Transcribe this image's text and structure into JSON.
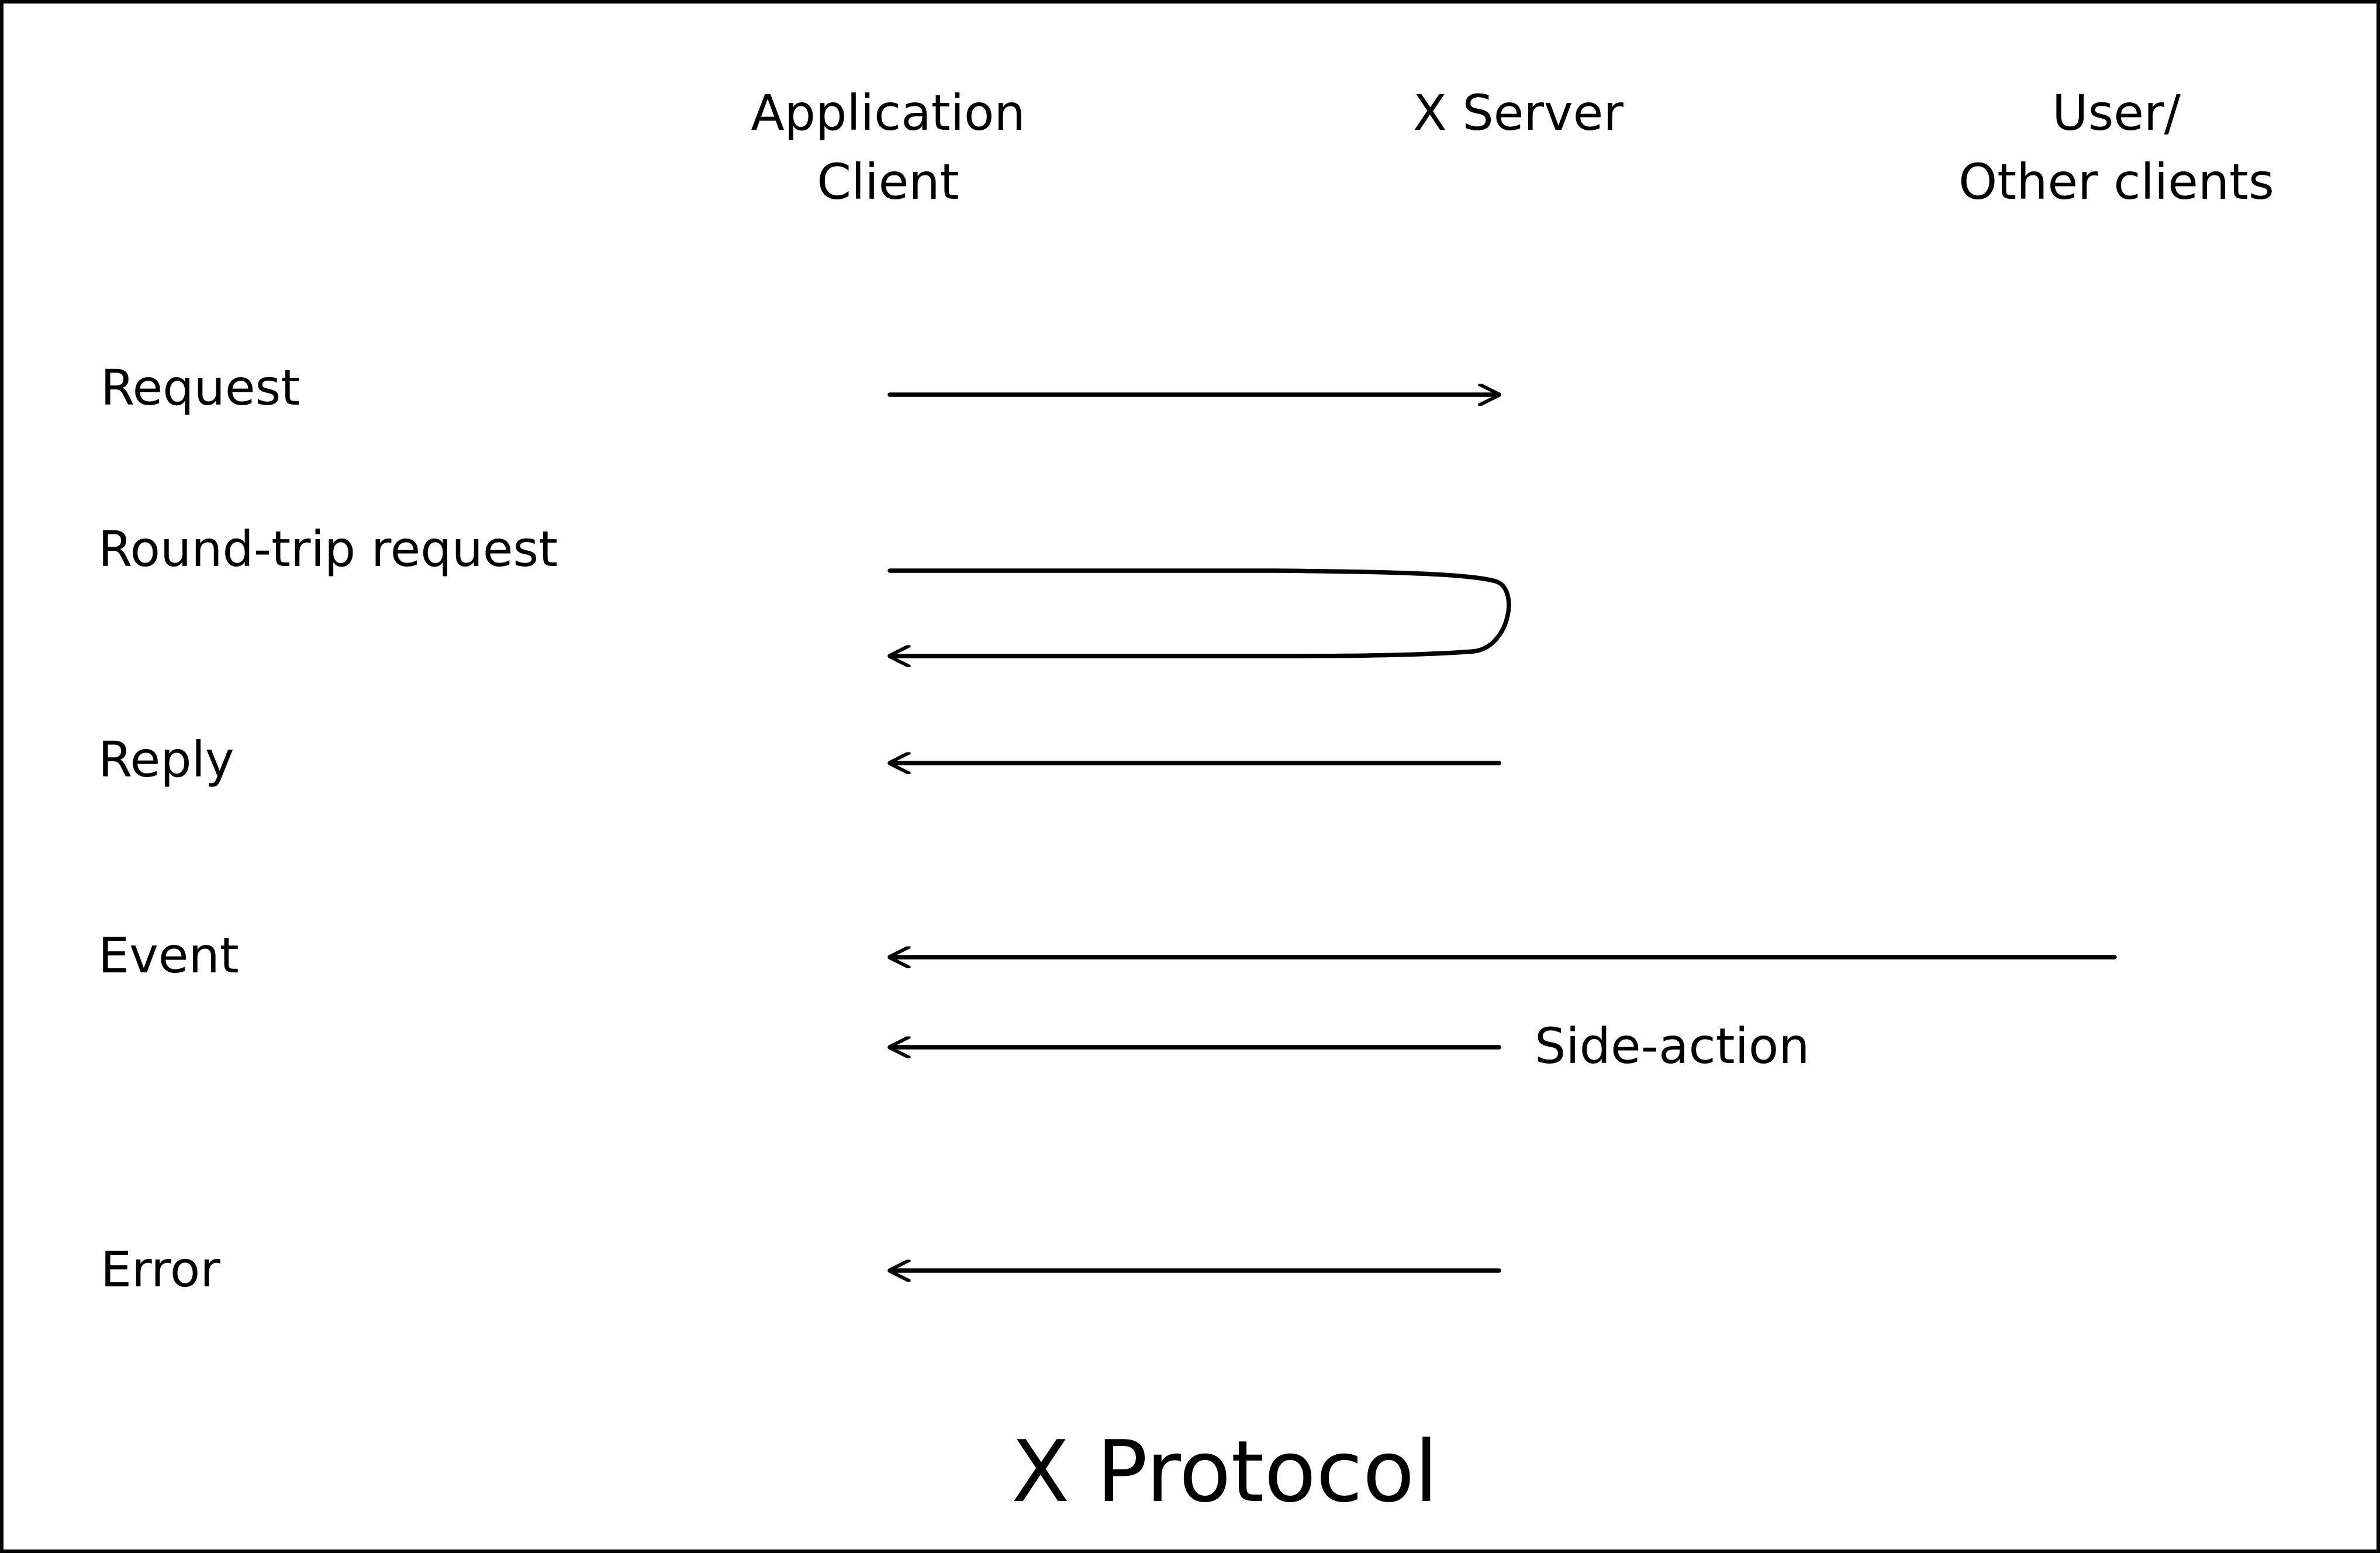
{
  "columns": {
    "client": [
      "Application",
      "Client"
    ],
    "server": "X Server",
    "others": [
      "User/",
      "Other clients"
    ]
  },
  "rows": {
    "request": "Request",
    "round_trip": "Round-trip request",
    "reply": "Reply",
    "event": "Event",
    "side_action": "Side-action",
    "error": "Error"
  },
  "title": "X Protocol"
}
